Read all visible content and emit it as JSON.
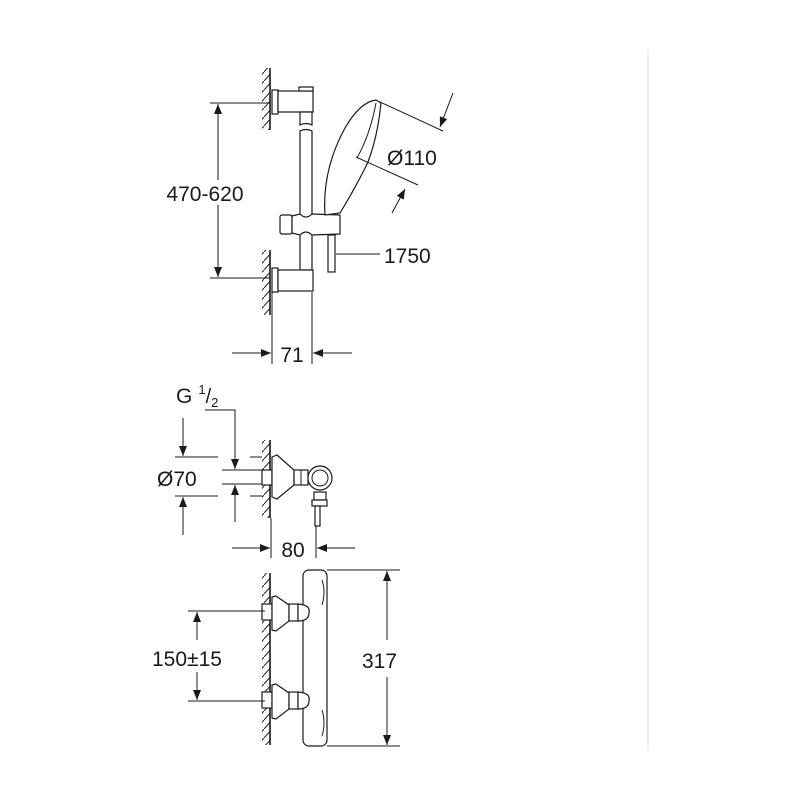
{
  "drawing": {
    "shower_set": {
      "rail_bracket_spacing": "470-620",
      "handshower_diameter": "Ø110",
      "hose_length": "1750",
      "wall_projection": "71"
    },
    "connection": {
      "thread": "G",
      "thread_num": "1",
      "thread_den": "2",
      "escutcheon_diameter": "Ø70",
      "projection": "80"
    },
    "thermostat": {
      "inlet_spacing": "150±15",
      "height": "317"
    }
  }
}
